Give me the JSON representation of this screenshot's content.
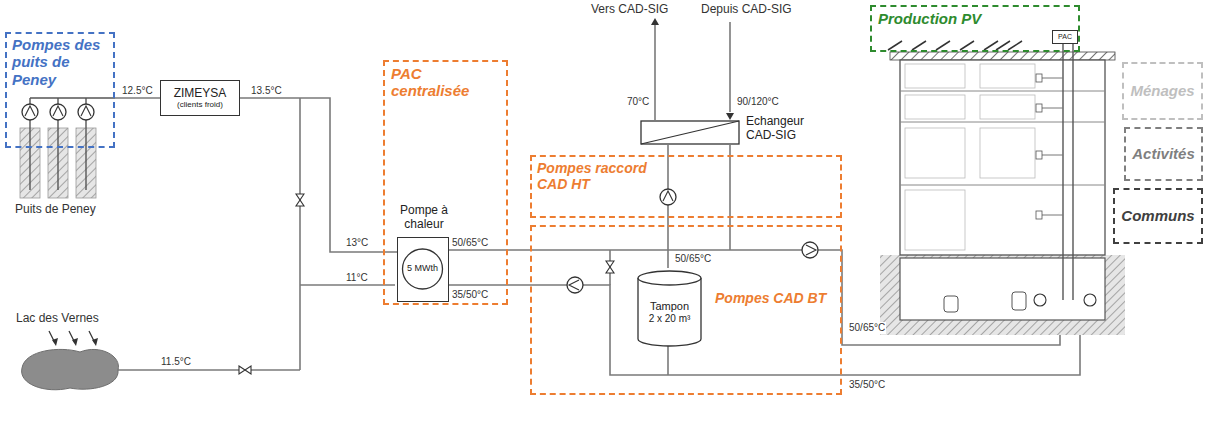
{
  "diagram": {
    "nodes": [
      {
        "text": [
          "Pompes des puits de Peney"
        ]
      },
      {
        "text": [
          "ZIMEYSA",
          "(clients froid)"
        ]
      },
      {
        "text": [
          "PAC centralisée"
        ]
      },
      {
        "text": [
          "Pompe à chaleur",
          "5 MWth"
        ],
        "in": 2
      },
      {
        "text": [
          "Pompes raccord CAD HT"
        ]
      },
      {
        "text": [
          "Pompes CAD BT"
        ]
      },
      {
        "text": [
          "Tampon",
          "2 x 20 m³"
        ],
        "in": 5
      },
      {
        "text": [
          "Echangeur CAD-SIG"
        ]
      },
      {
        "text": [
          "Production PV"
        ]
      },
      {
        "text": [
          "PAC"
        ],
        "in": 8
      },
      {
        "text": [
          "Ménages"
        ]
      },
      {
        "text": [
          "Activités"
        ]
      },
      {
        "text": [
          "Communs"
        ]
      }
    ],
    "edges": [
      {
        "from": 0,
        "to": 1,
        "arrow": "none"
      },
      {
        "from": 1,
        "to": 3,
        "arrow": "none"
      },
      {
        "from": 7,
        "to": 4,
        "arrow": "none"
      }
    ],
    "labels": [
      "Vers CAD-SIG",
      "Depuis CAD-SIG",
      "70°C",
      "90/120°C",
      "12.5°C",
      "13.5°C",
      "Puits de Peney",
      "13°C",
      "11°C",
      "Lac des Vernes",
      "11.5°C",
      "50/65°C",
      "35/50°C",
      "50/65°C",
      "50/65°C",
      "35/50°C"
    ]
  }
}
